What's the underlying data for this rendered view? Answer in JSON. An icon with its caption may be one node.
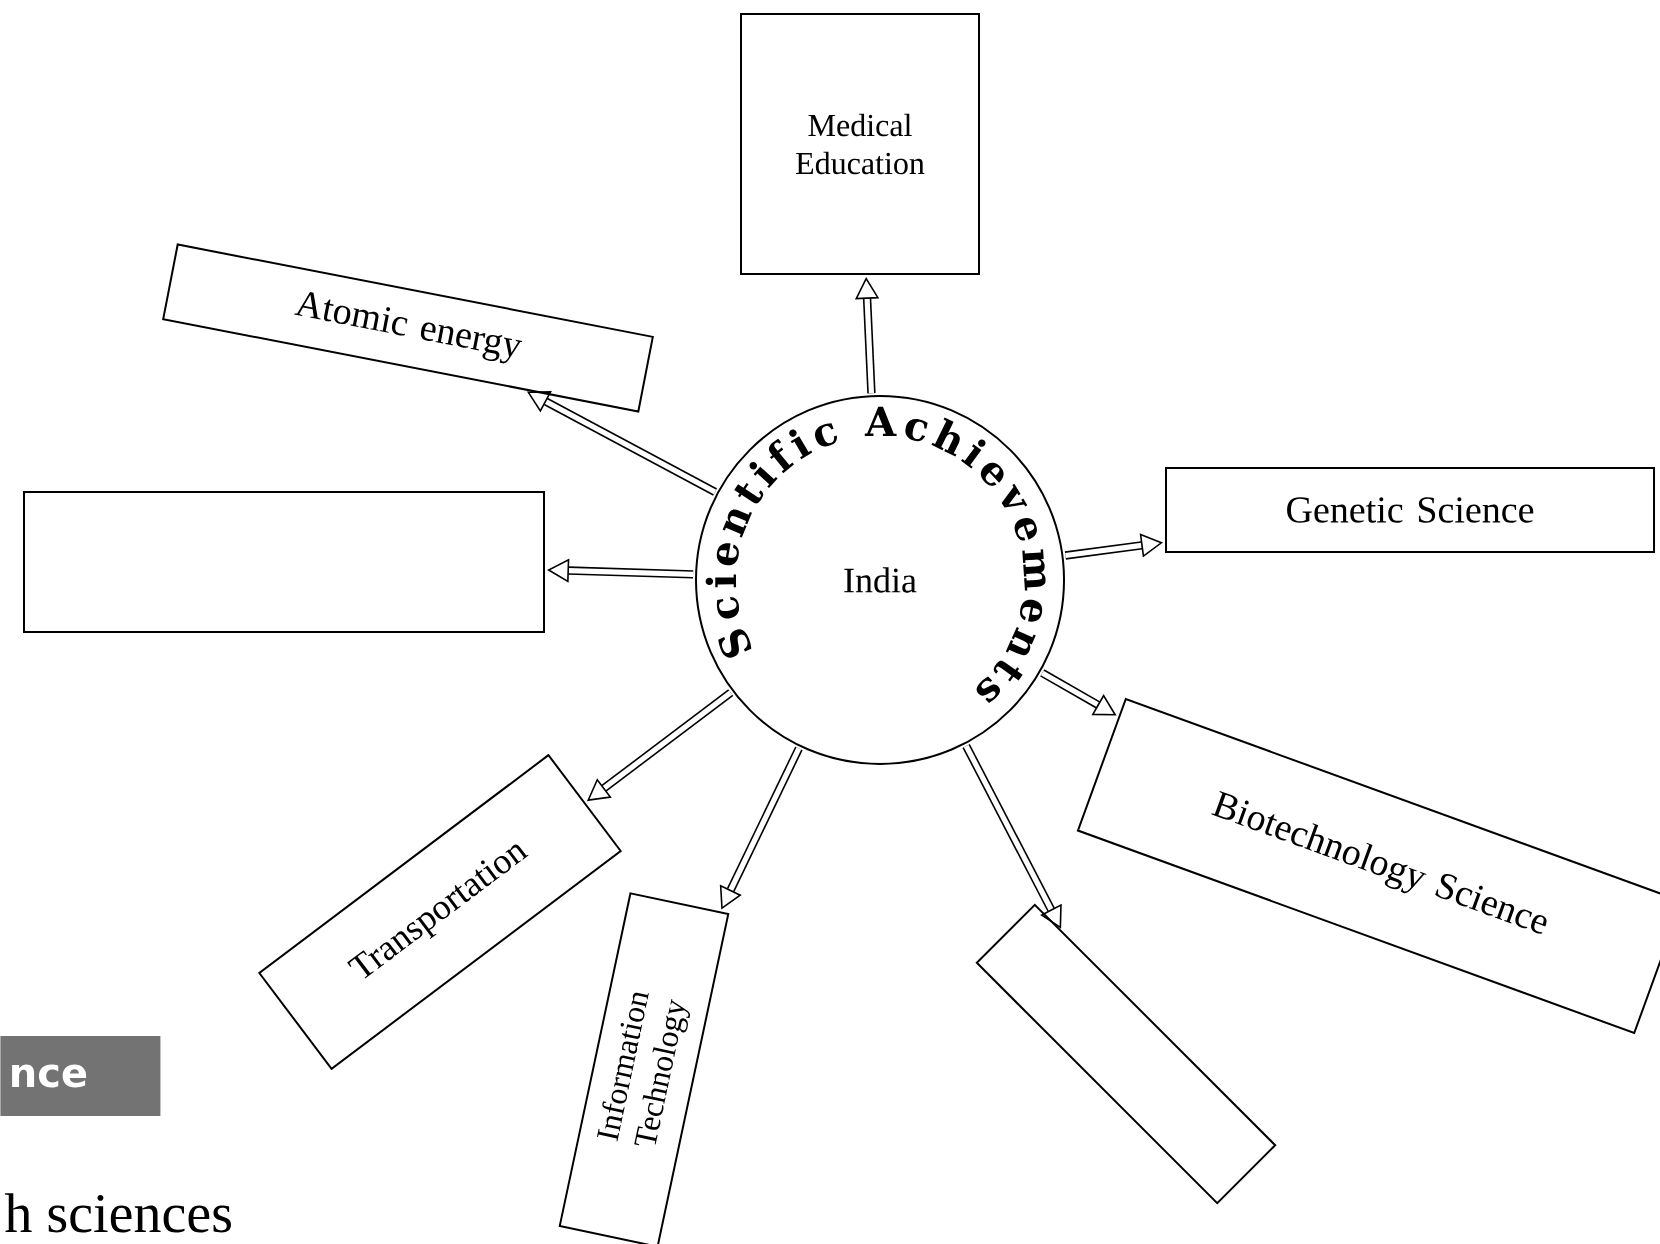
{
  "diagram": {
    "nodes": [
      {
        "text": [
          "Scientific Achievements",
          "India"
        ]
      },
      {
        "text": [
          "Medical Education"
        ]
      },
      {
        "text": [
          "Atomic energy"
        ]
      },
      {
        "text": [],
        "shape": "box"
      },
      {
        "text": [
          "Genetic Science"
        ]
      },
      {
        "text": [
          "Biotechnology Science"
        ]
      },
      {
        "text": [],
        "shape": "box"
      },
      {
        "text": [
          "Information Technology"
        ]
      },
      {
        "text": [
          "Transportation"
        ]
      }
    ],
    "edges": [
      {
        "from": 0,
        "to": 1,
        "arrow": "to"
      },
      {
        "from": 0,
        "to": 2,
        "arrow": "to"
      },
      {
        "from": 0,
        "to": 3,
        "arrow": "to"
      },
      {
        "from": 0,
        "to": 4,
        "arrow": "to"
      },
      {
        "from": 0,
        "to": 5,
        "arrow": "to"
      },
      {
        "from": 0,
        "to": 6,
        "arrow": "to"
      },
      {
        "from": 0,
        "to": 7,
        "arrow": "to"
      },
      {
        "from": 0,
        "to": 8,
        "arrow": "to"
      }
    ],
    "labels": [
      "nce",
      "h sciences"
    ]
  }
}
